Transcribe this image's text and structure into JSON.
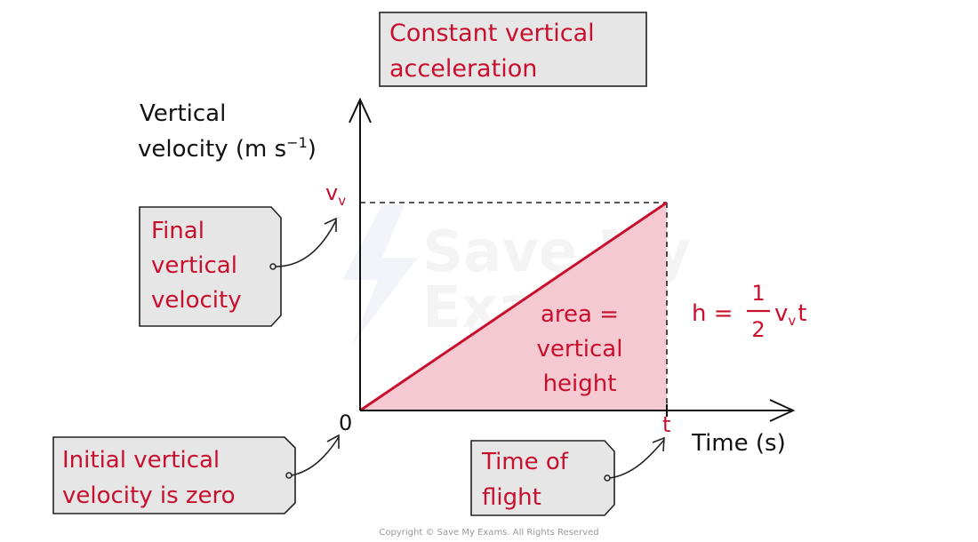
{
  "header_box": {
    "line1": "Constant vertical",
    "line2": "acceleration"
  },
  "axes": {
    "y_label_line1": "Vertical",
    "y_label_line2": "velocity (m s",
    "y_label_exp": "−1",
    "y_label_close": ")",
    "x_label": "Time (s)",
    "origin": "0",
    "vv_tick_main": "v",
    "vv_tick_sub": "v",
    "t_tick": "t"
  },
  "area_label": {
    "line1": "area =",
    "line2": "vertical",
    "line3": "height"
  },
  "formula": {
    "lhs": "h =",
    "num": "1",
    "den": "2",
    "rhs_v": "v",
    "rhs_sub": "v",
    "rhs_t": "t"
  },
  "callouts": {
    "final": {
      "line1": "Final",
      "line2": "vertical",
      "line3": "velocity"
    },
    "initial": {
      "line1": "Initial vertical",
      "line2": "velocity is zero"
    },
    "flight": {
      "line1": "Time of",
      "line2": "flight"
    }
  },
  "watermark": {
    "line1": "Save My",
    "line2": "Exams"
  },
  "copyright": "Copyright © Save My Exams. All Rights Reserved",
  "colors": {
    "accent": "#c8102e",
    "area_fill": "#f4c9d1",
    "box_fill": "#e6e6e6"
  }
}
